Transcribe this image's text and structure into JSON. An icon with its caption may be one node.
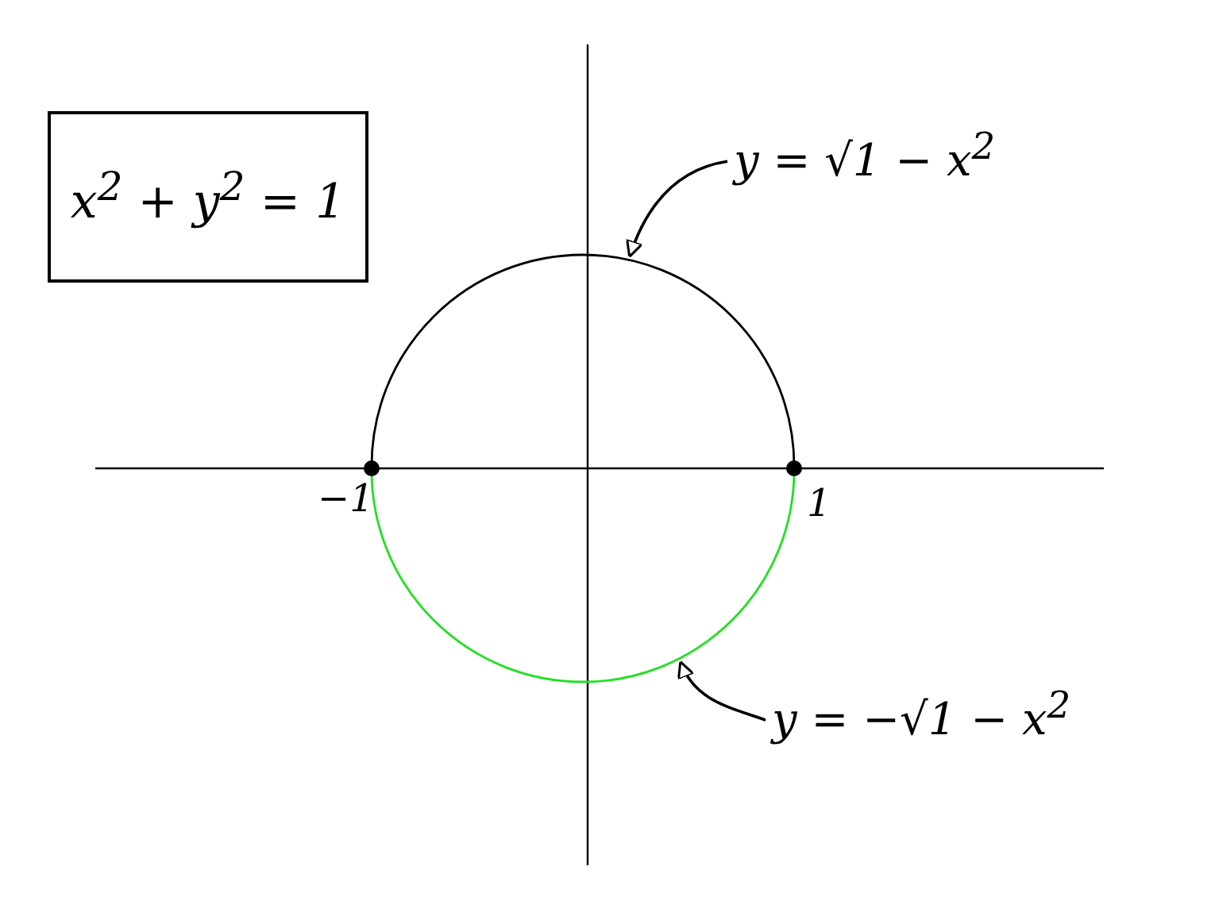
{
  "diagram": {
    "nodes": [
      {
        "text": [
          "x$^{2}$ + y$^{2}$ = 1"
        ]
      },
      {
        "text": [
          "y = √1 − x$^{2}$"
        ]
      },
      {
        "text": [],
        "shape": "arc"
      },
      {
        "text": [
          "y = −√1 − x$^{2}$"
        ]
      },
      {
        "text": [],
        "shape": "arc"
      }
    ],
    "edges": [
      {
        "from": 1,
        "to": 2,
        "arrow": "to"
      },
      {
        "from": 3,
        "to": 4,
        "arrow": "to"
      }
    ],
    "labels": [
      "−1",
      "1"
    ]
  }
}
